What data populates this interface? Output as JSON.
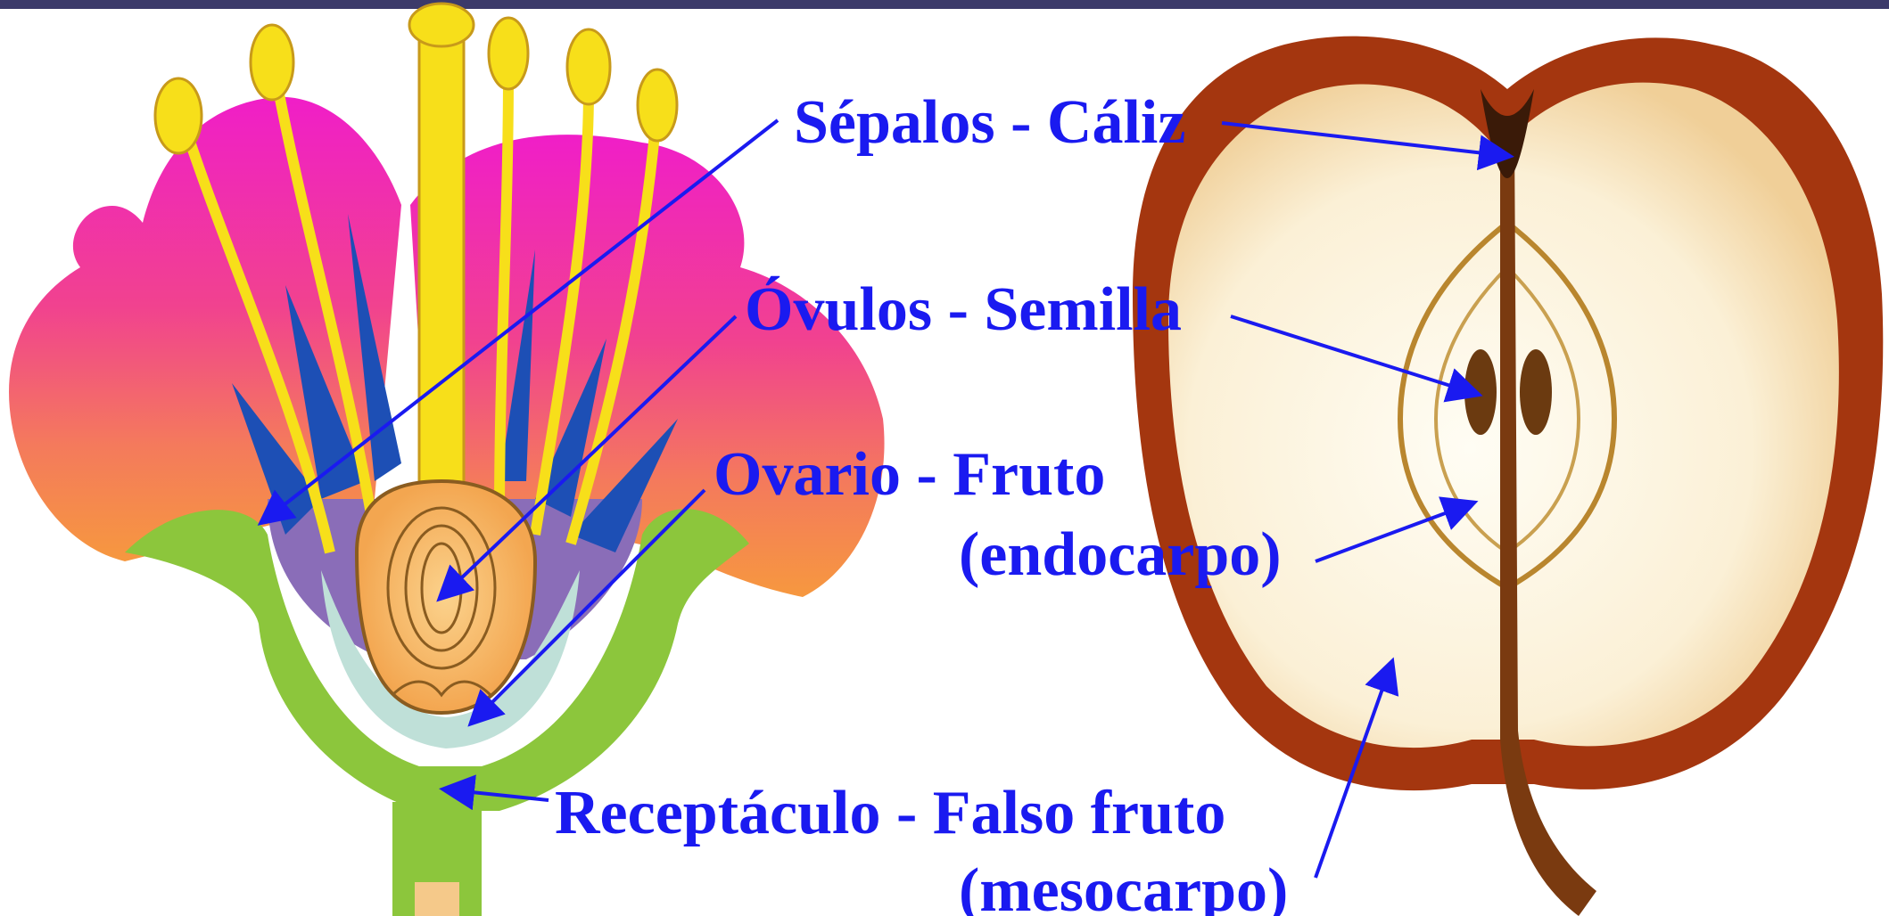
{
  "labels": {
    "sepalos": "Sépalos - Cáliz",
    "ovulos": "Óvulos - Semilla",
    "ovario_line1": "Ovario - Fruto",
    "ovario_line2": "(endocarpo)",
    "receptaculo_line1": "Receptáculo - Falso fruto",
    "receptaculo_line2": "(mesocarpo)"
  },
  "colors": {
    "label_blue": "#1a1af0",
    "top_bar": "#3c3a6a",
    "petal_magenta": "#ee1fc4",
    "petal_orange": "#f5924a",
    "stamen_yellow": "#f7df1a",
    "sepal_blue": "#1d4fb5",
    "receptacle_green": "#8cc63c",
    "apple_skin": "#a4360f",
    "apple_flesh": "#fbf3de"
  }
}
